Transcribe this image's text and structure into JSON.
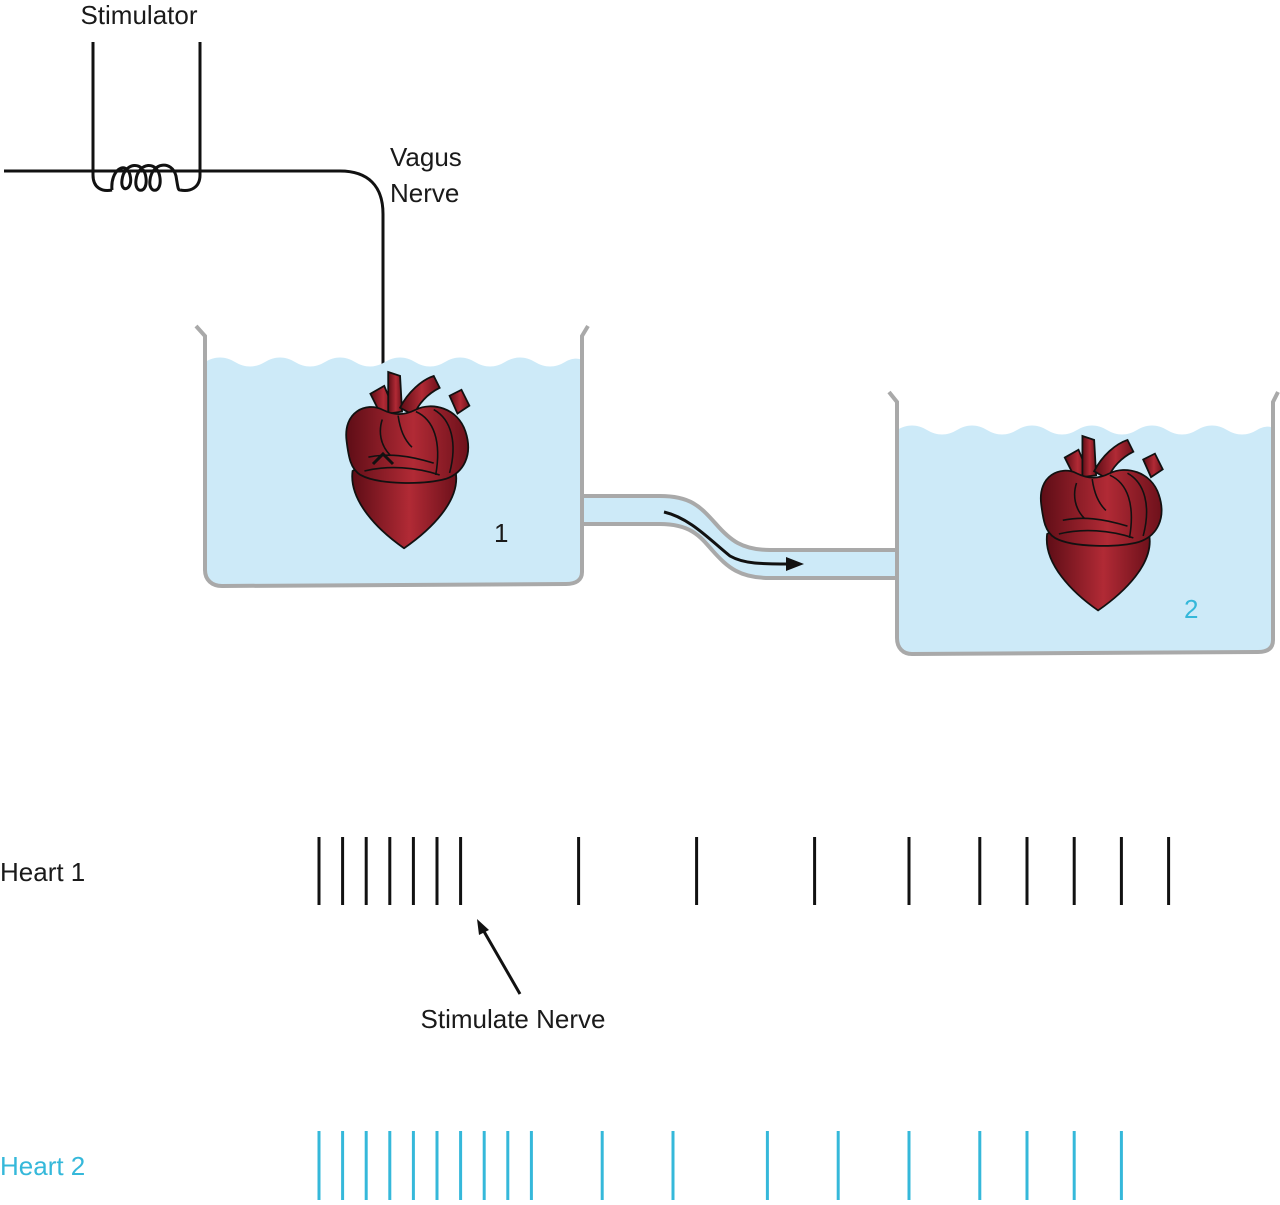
{
  "labels": {
    "stimulator": "Stimulator",
    "vagus_line1": "Vagus",
    "vagus_line2": "Nerve",
    "beaker1_number": "1",
    "beaker2_number": "2",
    "heart1_trace": "Heart 1",
    "heart2_trace": "Heart 2",
    "stimulate_annotation": "Stimulate Nerve"
  },
  "colors": {
    "fluid": "#cdeaf8",
    "beaker_outline": "#a9a9a9",
    "heart": "#8b1a24",
    "heart_dark": "#5e0d16",
    "heart_light": "#b12a35",
    "heart1_trace": "#111111",
    "heart2_trace": "#35b8da",
    "wire": "#111111"
  },
  "icons": {
    "heart1": "heart-icon",
    "heart2": "heart-icon",
    "coil": "coil-icon",
    "arrow": "arrow-icon"
  },
  "traces": {
    "heart1_beats": [
      1,
      2,
      3,
      4,
      5,
      6,
      7,
      12,
      17,
      22,
      26,
      29,
      31,
      33,
      35,
      37
    ],
    "heart1_stimulus_beat": 7,
    "heart2_beats": [
      1,
      2,
      3,
      4,
      5,
      6,
      7,
      8,
      9,
      10,
      13,
      16,
      20,
      23,
      26,
      29,
      31,
      33,
      35
    ]
  }
}
